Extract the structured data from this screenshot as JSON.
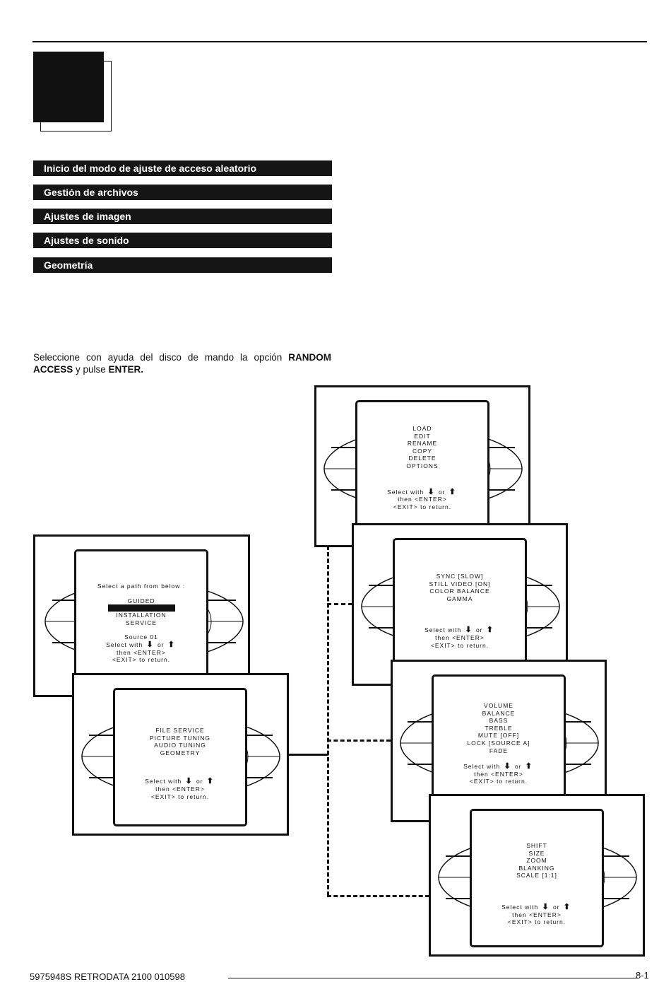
{
  "toc": [
    "Inicio del modo de ajuste de acceso aleatorio",
    "Gestión de archivos",
    "Ajustes de imagen",
    "Ajustes de sonido",
    "Geometría"
  ],
  "intro": {
    "t1": "Seleccione con ayuda del disco de mando la opción ",
    "b1": "RANDOM ACCESS",
    "t2": " y pulse ",
    "b2": "ENTER."
  },
  "nav": {
    "select_with": "Select with",
    "or": "or",
    "down_glyph": "⬇",
    "up_glyph": "⬆",
    "then_enter": "then <ENTER>",
    "exit_return": "<EXIT> to return."
  },
  "screens": {
    "path": {
      "title": "Select a path from below :",
      "items": [
        "GUIDED",
        "",
        "INSTALLATION",
        "SERVICE"
      ],
      "source": "Source 01"
    },
    "random": {
      "items": [
        "FILE SERVICE",
        "PICTURE TUNING",
        "AUDIO TUNING",
        "GEOMETRY"
      ]
    },
    "file": {
      "items": [
        "LOAD",
        "EDIT",
        "RENAME",
        "COPY",
        "DELETE",
        "OPTIONS"
      ]
    },
    "picture": {
      "items": [
        "SYNC [SLOW]",
        "STILL VIDEO [ON]",
        "COLOR BALANCE",
        "GAMMA"
      ]
    },
    "audio": {
      "items": [
        "VOLUME",
        "BALANCE",
        "BASS",
        "TREBLE",
        "MUTE [OFF]",
        "LOCK [SOURCE A]",
        "FADE"
      ]
    },
    "geometry": {
      "items": [
        "SHIFT",
        "SIZE",
        "ZOOM",
        "BLANKING",
        "SCALE [1:1]"
      ]
    }
  },
  "footer": {
    "left": "5975948S RETRODATA 2100 010598",
    "right": "8-1"
  }
}
